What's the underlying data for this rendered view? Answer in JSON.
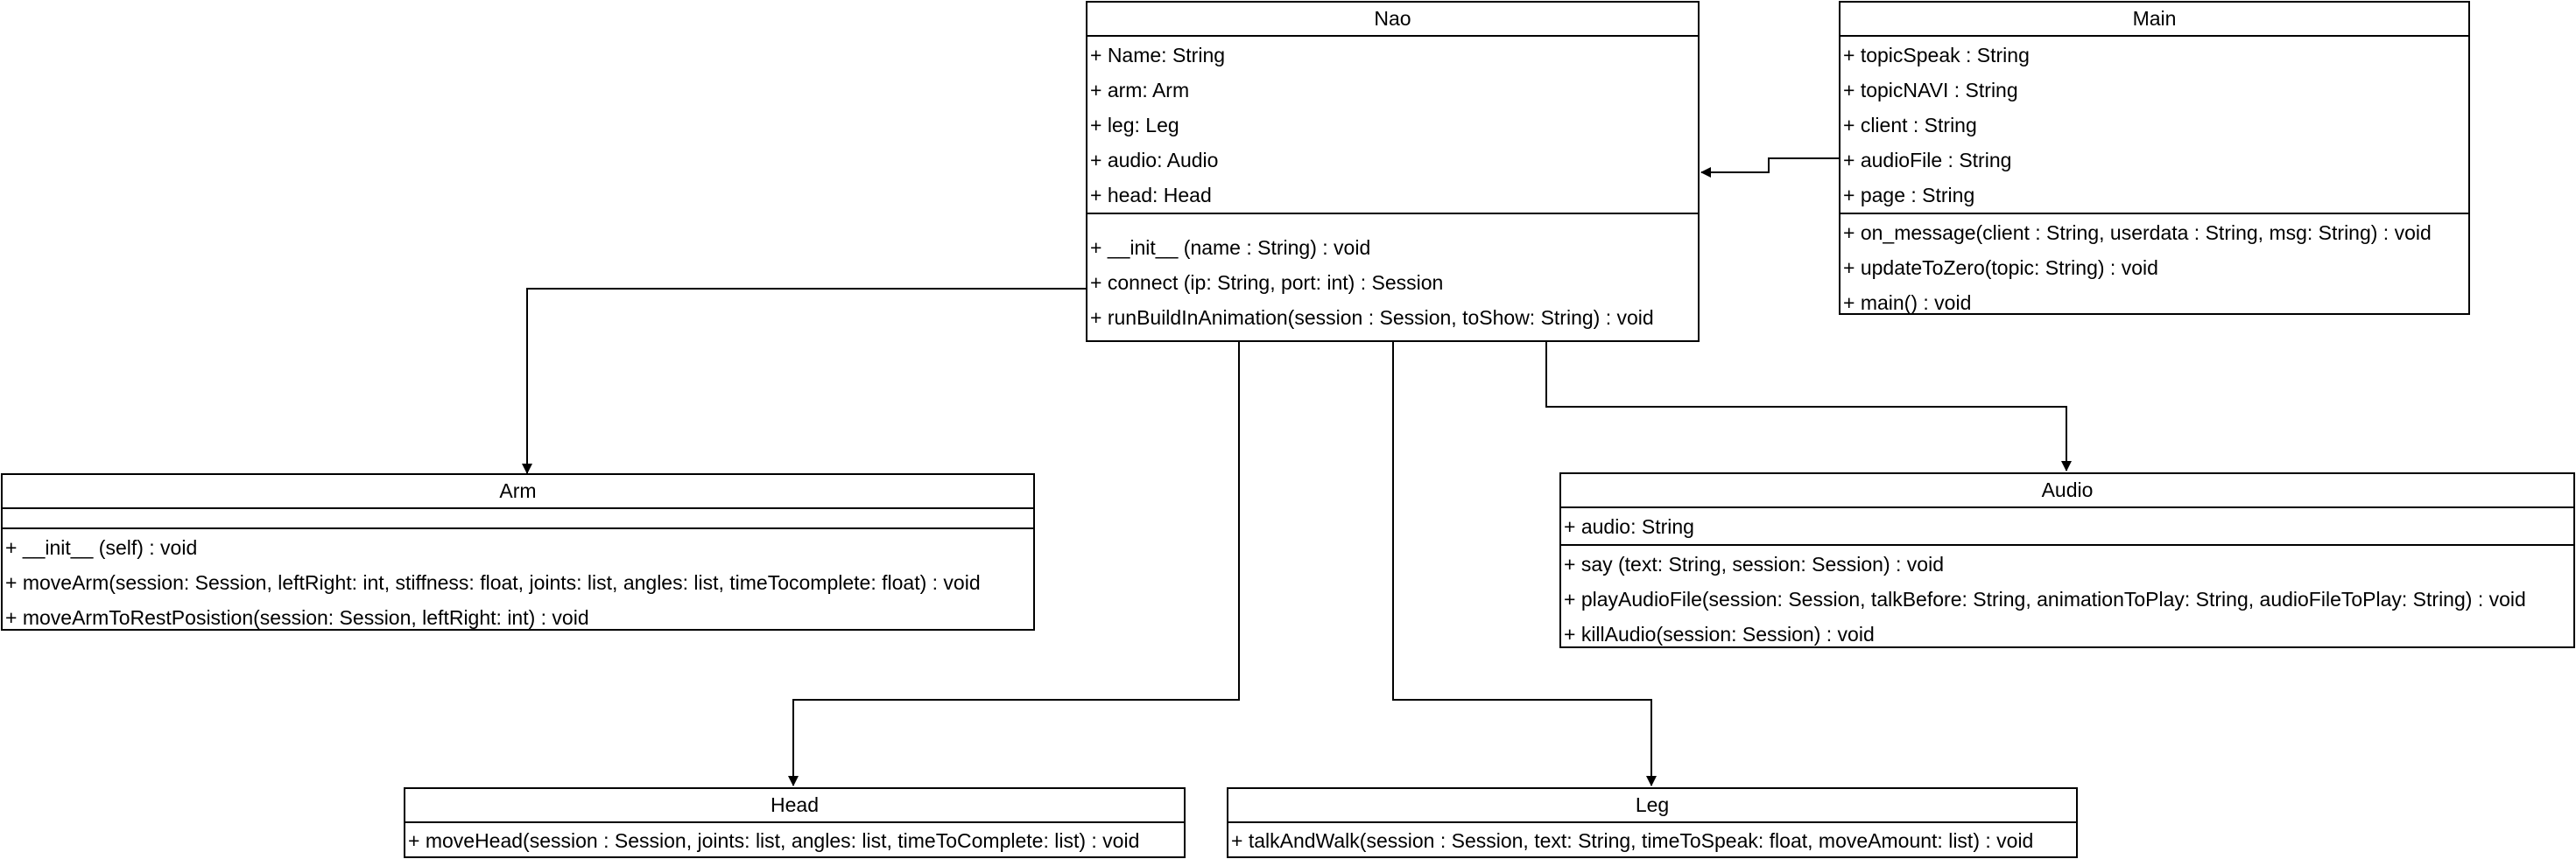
{
  "classes": {
    "nao": {
      "name": "Nao",
      "attributes": [
        "+ Name: String",
        "+ arm: Arm",
        "+ leg: Leg",
        "+ audio: Audio",
        "+ head: Head"
      ],
      "methods": [
        "+ __init__ (name : String) : void",
        "+ connect (ip: String, port: int) : Session",
        "+ runBuildInAnimation(session : Session, toShow: String) : void"
      ]
    },
    "main": {
      "name": "Main",
      "attributes": [
        "+ topicSpeak : String",
        "+ topicNAVI : String",
        "+ client : String",
        "+ audioFile : String",
        "+ page : String"
      ],
      "methods": [
        "+ on_message(client : String, userdata : String, msg: String) : void",
        "+ updateToZero(topic: String) : void",
        "+ main() : void"
      ]
    },
    "arm": {
      "name": "Arm",
      "attributes": [],
      "methods": [
        "+ __init__ (self) : void",
        "+ moveArm(session: Session, leftRight: int, stiffness: float, joints: list, angles: list, timeTocomplete: float) : void",
        "+ moveArmToRestPosistion(session: Session, leftRight: int) : void"
      ]
    },
    "audio": {
      "name": "Audio",
      "attributes": [
        "+ audio: String"
      ],
      "methods": [
        "+ say (text: String, session: Session) : void",
        "+ playAudioFile(session: Session, talkBefore: String, animationToPlay: String, audioFileToPlay: String) : void",
        "+ killAudio(session: Session) : void"
      ]
    },
    "head": {
      "name": "Head",
      "attributes": [],
      "methods": [
        "+ moveHead(session : Session, joints: list, angles: list, timeToComplete: list) : void"
      ]
    },
    "leg": {
      "name": "Leg",
      "attributes": [],
      "methods": [
        "+ talkAndWalk(session : Session, text: String, timeToSpeak: float, moveAmount: list) : void"
      ]
    }
  },
  "colors": {
    "line": "#000000",
    "fill": "#ffffff"
  }
}
